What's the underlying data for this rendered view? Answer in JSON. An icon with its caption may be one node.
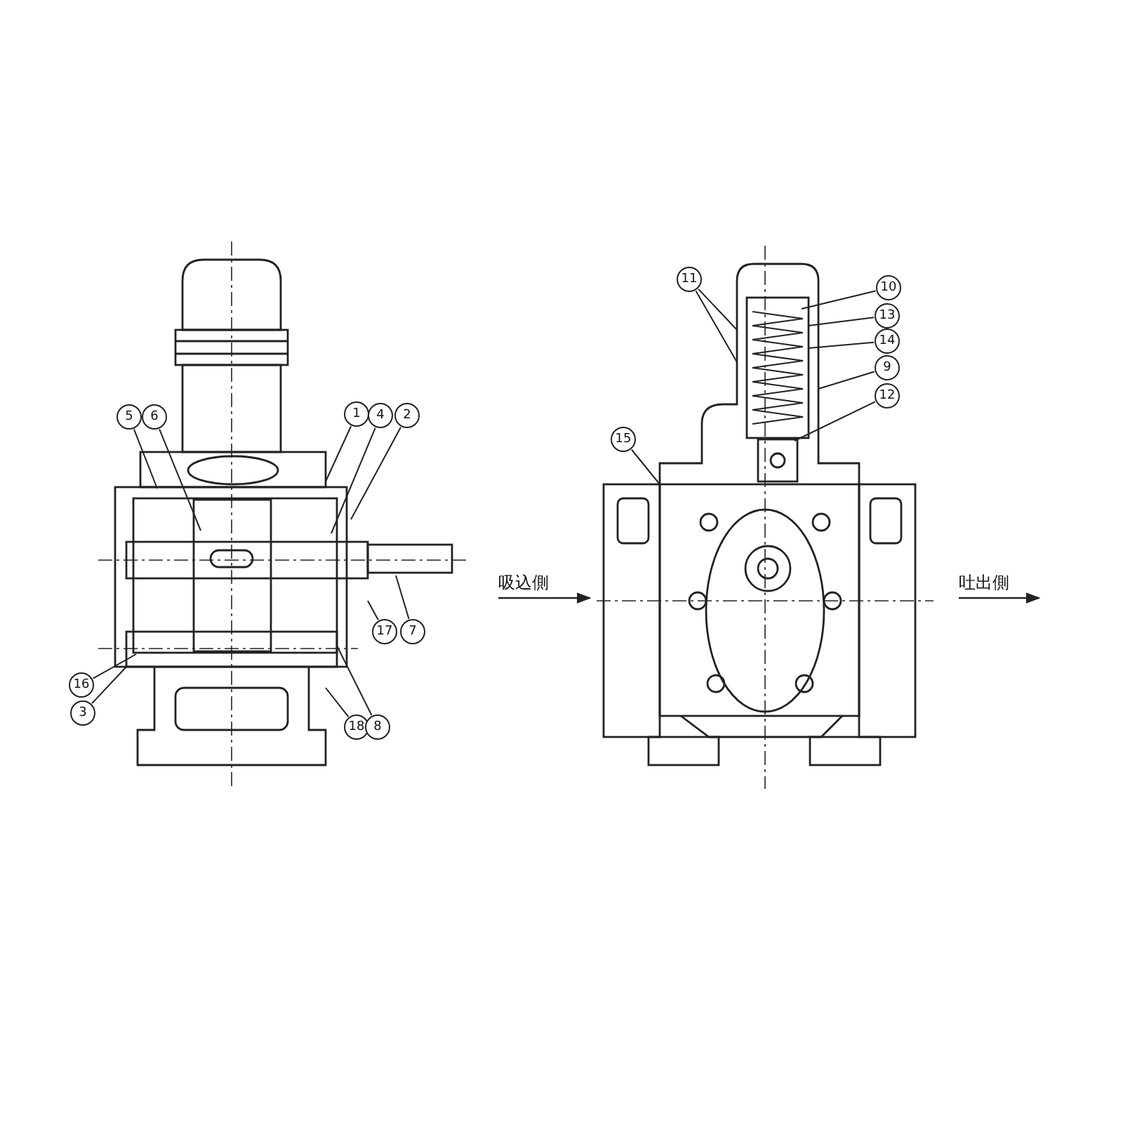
{
  "diagram": {
    "nodes": [
      {
        "text": [
          "10"
        ]
      },
      {
        "text": [
          "11"
        ]
      },
      {
        "text": [
          "13"
        ]
      },
      {
        "text": [
          "14"
        ]
      },
      {
        "text": [
          "9"
        ]
      },
      {
        "text": [
          "12"
        ]
      },
      {
        "text": [
          "1"
        ]
      },
      {
        "text": [
          "4"
        ]
      },
      {
        "text": [
          "2"
        ]
      },
      {
        "text": [
          "5"
        ]
      },
      {
        "text": [
          "6"
        ]
      },
      {
        "text": [
          "15"
        ]
      },
      {
        "text": [
          "17"
        ]
      },
      {
        "text": [
          "7"
        ]
      },
      {
        "text": [
          "16"
        ]
      },
      {
        "text": [
          "3"
        ]
      },
      {
        "text": [
          "18"
        ]
      },
      {
        "text": [
          "8"
        ]
      }
    ],
    "edges": [
      {
        "from": 0,
        "to": null,
        "arrow": "none"
      },
      {
        "from": 1,
        "to": null,
        "arrow": "none"
      },
      {
        "from": 1,
        "to": null,
        "arrow": "none"
      },
      {
        "from": 2,
        "to": null,
        "arrow": "none"
      },
      {
        "from": 3,
        "to": null,
        "arrow": "none"
      },
      {
        "from": 4,
        "to": null,
        "arrow": "none"
      },
      {
        "from": 5,
        "to": null,
        "arrow": "none"
      },
      {
        "from": 6,
        "to": null,
        "arrow": "none"
      },
      {
        "from": 7,
        "to": null,
        "arrow": "none"
      },
      {
        "from": 8,
        "to": null,
        "arrow": "none"
      },
      {
        "from": 9,
        "to": null,
        "arrow": "none"
      },
      {
        "from": 10,
        "to": null,
        "arrow": "none"
      },
      {
        "from": 11,
        "to": null,
        "arrow": "none"
      },
      {
        "from": 12,
        "to": null,
        "arrow": "none"
      },
      {
        "from": 13,
        "to": null,
        "arrow": "none"
      },
      {
        "from": 14,
        "to": null,
        "arrow": "none"
      },
      {
        "from": 15,
        "to": null,
        "arrow": "none"
      },
      {
        "from": 16,
        "to": null,
        "arrow": "none"
      },
      {
        "from": 17,
        "to": null,
        "arrow": "none"
      }
    ],
    "labels": [
      "吸込側",
      "吐出側"
    ]
  }
}
